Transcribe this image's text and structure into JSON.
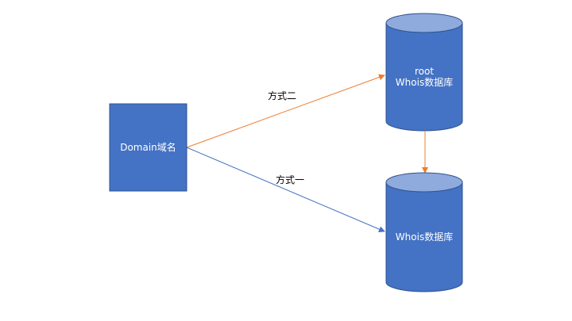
{
  "diagram": {
    "nodes": {
      "domain": {
        "label": "Domain域名"
      },
      "root_whois": {
        "label_line1": "root",
        "label_line2": "Whois数据库"
      },
      "whois": {
        "label": "Whois数据库"
      }
    },
    "edges": {
      "method_two": {
        "label": "方式二",
        "color": "#ED7D31"
      },
      "method_one": {
        "label": "方式一",
        "color": "#4472C4"
      },
      "root_to_whois": {
        "color": "#ED7D31"
      }
    },
    "colors": {
      "node_fill": "#4472C4",
      "node_stroke": "#2F528F",
      "cylinder_top": "#8FAADC"
    }
  }
}
